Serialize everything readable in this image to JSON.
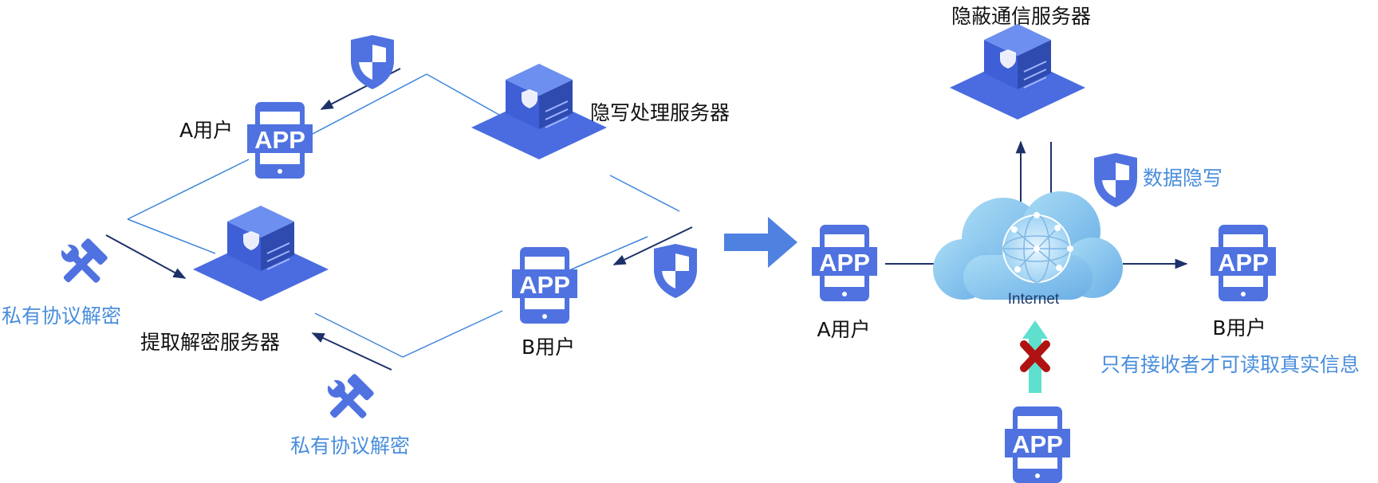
{
  "app_icon_text": "APP",
  "left_panel": {
    "user_a": "A用户",
    "user_b": "B用户",
    "stego_server": "隐写处理服务器",
    "extract_server": "提取解密服务器",
    "private_decrypt_left": "私有协议解密",
    "private_decrypt_bottom": "私有协议解密"
  },
  "right_panel": {
    "covert_server": "隐蔽通信服务器",
    "data_stego": "数据隐写",
    "internet": "Internet",
    "user_a": "A用户",
    "user_b": "B用户",
    "receiver_note": "只有接收者才可读取真实信息"
  },
  "colors": {
    "primary_blue": "#4f72e0",
    "line_blue": "#3f86dc",
    "dark_arrow": "#1d3169",
    "label_blue": "#4a8edc",
    "cloud": "#7fbfeb",
    "teal_arrow": "#5fe0cf",
    "block_red": "#b01212"
  }
}
